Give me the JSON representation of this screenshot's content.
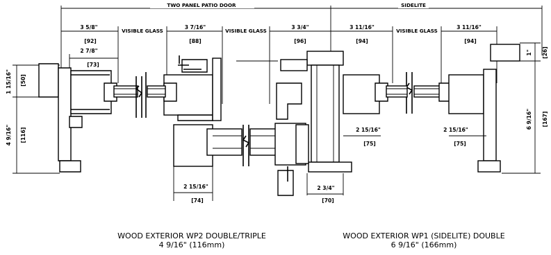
{
  "headers": {
    "left": "TWO PANEL PATIO DOOR",
    "right": "SIDELITE"
  },
  "top_dimensions": {
    "left_panel": "3 5/8\"",
    "left_panel_mm": "[92]",
    "left_inner": "2 7/8\"",
    "left_inner_mm": "[73]",
    "visible_glass_1": "VISIBLE GLASS",
    "center_panel": "3 7/16\"",
    "center_panel_mm": "[88]",
    "visible_glass_2": "VISIBLE GLASS",
    "right_panel": "3 3/4\"",
    "right_panel_mm": "[96]",
    "side_left": "3 11/16\"",
    "side_left_mm": "[94]",
    "visible_glass_3": "VISIBLE GLASS",
    "side_right": "3 11/16\"",
    "side_right_mm": "[94]"
  },
  "vertical_dimensions": {
    "left_upper": "1 15/16\"",
    "left_upper_mm": "[50]",
    "left_lower": "4 9/16\"",
    "left_lower_mm": "[116]",
    "right_upper": "1\"",
    "right_upper_mm": "[26]",
    "right_lower": "6 9/16\"",
    "right_lower_mm": "[167]"
  },
  "bottom_dimensions": {
    "door_bottom": "2 15/16\"",
    "door_bottom_mm": "[74]",
    "mull": "2 3/4\"",
    "mull_mm": "[70]",
    "side_a": "2 15/16\"",
    "side_a_mm": "[75]",
    "side_b": "2 15/16\"",
    "side_b_mm": "[75]"
  },
  "captions": {
    "left_title": "WOOD EXTERIOR WP2 DOUBLE/TRIPLE",
    "left_sub": "4 9/16\" (116mm)",
    "right_title": "WOOD EXTERIOR WP1 (SIDELITE) DOUBLE",
    "right_sub": "6 9/16\" (166mm)"
  }
}
